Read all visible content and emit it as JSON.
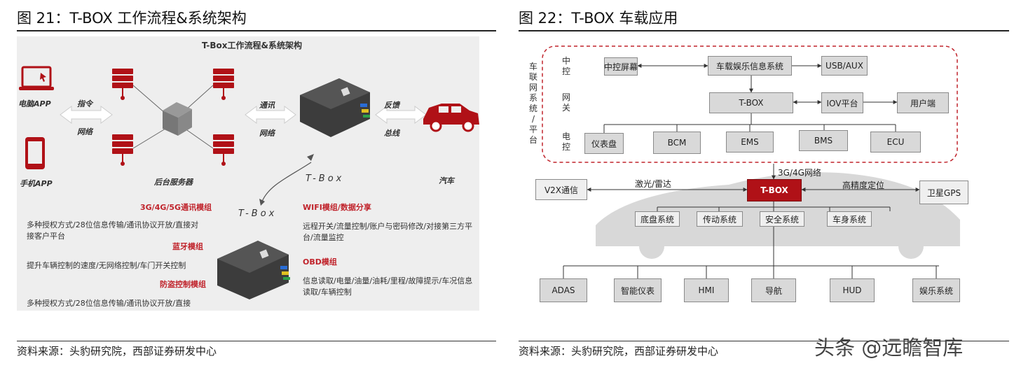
{
  "left": {
    "title": "图 21：T-BOX 工作流程&系统架构",
    "diagram_title": "T-Box工作流程&系统架构",
    "labels": {
      "computer_app": "电脑APP",
      "phone_app": "手机APP",
      "command": "指令",
      "network": "网络",
      "servers": "后台服务器",
      "comm": "通讯",
      "network2": "网络",
      "feedback": "反馈",
      "bus": "总线",
      "car": "汽车",
      "tbox_main": "T-Box",
      "tbox_small": "T-Box"
    },
    "modules": [
      {
        "name": "3G/4G/5G通讯模组",
        "desc": [
          "多种授权方式/28位信息传输/通讯协议开放/直接对",
          "接客户平台"
        ]
      },
      {
        "name": "蓝牙模组",
        "desc": [
          "提升车辆控制的速度/无网络控制/车门开关控制"
        ]
      },
      {
        "name": "防盗控制模组",
        "desc": [
          "多种授权方式/28位信息传输/通讯协议开放/直接"
        ]
      },
      {
        "name": "WIFI模组/数据分享",
        "desc": [
          "远程开关/流量控制/账户与密码修改/对接第三方平",
          "台/流量监控"
        ]
      },
      {
        "name": "OBD模组",
        "desc": [
          "信息读取/电量/油量/油耗/里程/故障提示/车况信息",
          "读取/车辆控制"
        ]
      }
    ],
    "source": "资料来源：头豹研究院，西部证券研发中心"
  },
  "right": {
    "title": "图 22：T-BOX 车载应用",
    "side_label": [
      "车",
      "联",
      "网",
      "系",
      "统",
      "/",
      "平",
      "台"
    ],
    "row_labels": {
      "zhongkong": [
        "中",
        "控"
      ],
      "wangguan": [
        "网",
        "关"
      ],
      "diankong": [
        "电",
        "控"
      ]
    },
    "nodes": {
      "screen": "中控屏幕",
      "infotainment": "车载娱乐信息系统",
      "usb": "USB/AUX",
      "tbox_gw": "T-BOX",
      "iov": "IOV平台",
      "user": "用户端",
      "cluster": "仪表盘",
      "bcm": "BCM",
      "ems": "EMS",
      "bms": "BMS",
      "ecu": "ECU",
      "v2x": "V2X通信",
      "tbox_car": "T-BOX",
      "gps": "卫星GPS",
      "chassis": "底盘系统",
      "drive": "传动系统",
      "safety": "安全系统",
      "body": "车身系统",
      "adas": "ADAS",
      "smart_cluster": "智能仪表",
      "hmi": "HMI",
      "nav": "导航",
      "hud": "HUD",
      "entertainment": "娱乐系统"
    },
    "edges": {
      "net": "3G/4G网络",
      "laser": "激光/雷达",
      "positioning": "高精度定位"
    },
    "source": "资料来源：头豹研究院，西部证券研发中心"
  },
  "watermark": "头条 @远瞻智库",
  "colors": {
    "accent_red": "#b01117",
    "node_grey": "#d9d9d9",
    "dashed_red": "#c0232b"
  }
}
